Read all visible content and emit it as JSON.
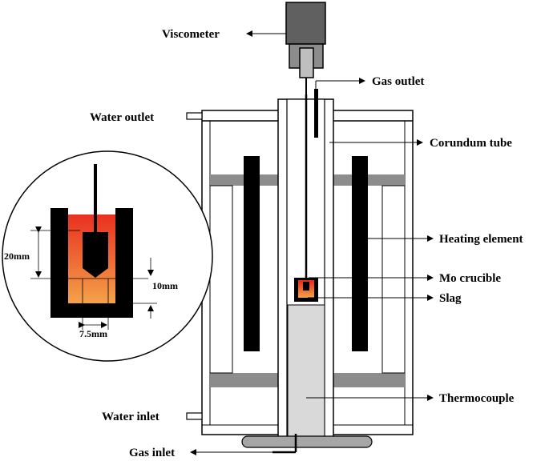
{
  "labels": {
    "viscometer": "Viscometer",
    "gas_outlet": "Gas outlet",
    "water_outlet": "Water outlet",
    "corundum_tube": "Corundum tube",
    "heating_element": "Heating element",
    "mo_crucible": "Mo crucible",
    "slag": "Slag",
    "water_inlet": "Water inlet",
    "thermocouple": "Thermocouple",
    "gas_inlet": "Gas inlet"
  },
  "dimensions": {
    "height": "20mm",
    "gap": "10mm",
    "width": "7.5mm"
  },
  "colors": {
    "outline": "#000000",
    "insulation_band": "#8c8c8c",
    "viscometer_body": "#606060",
    "thermocouple_fill": "#d9d9d9",
    "slag_top": "#e8281c",
    "slag_bottom": "#f4a24a",
    "base_plate": "#a6a6a6"
  }
}
